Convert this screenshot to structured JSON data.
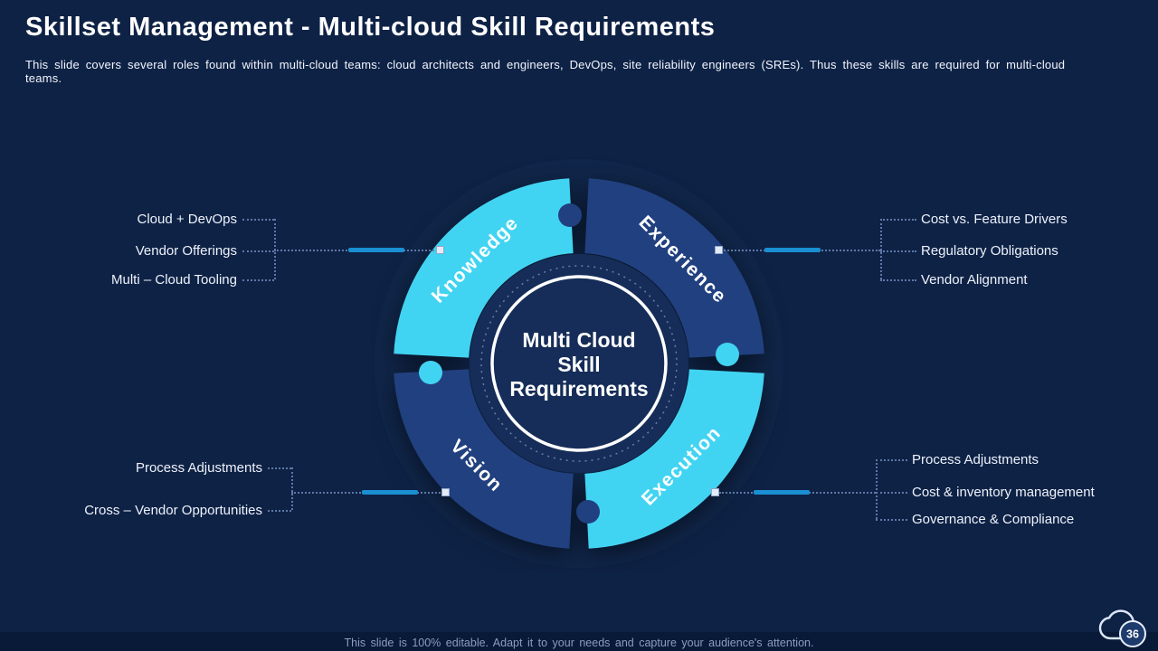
{
  "slide": {
    "title": "Skillset Management - Multi-cloud Skill Requirements",
    "subtitle": "This slide covers several roles found within multi-cloud teams: cloud architects and engineers, DevOps, site reliability engineers (SREs). Thus these skills are required for multi-cloud teams.",
    "footer_note": "This slide is 100% editable. Adapt it to your needs and capture your audience's attention.",
    "page_number": "36"
  },
  "diagram": {
    "center_title_lines": [
      "Multi Cloud",
      "Skill",
      "Requirements"
    ],
    "segments": [
      {
        "id": "knowledge",
        "label": "Knowledge",
        "color": "#41d4f2"
      },
      {
        "id": "experience",
        "label": "Experience",
        "color": "#21407f"
      },
      {
        "id": "execution",
        "label": "Execution",
        "color": "#41d4f2"
      },
      {
        "id": "vision",
        "label": "Vision",
        "color": "#21407f"
      }
    ]
  },
  "callouts": {
    "top_left": [
      "Cloud + DevOps",
      "Vendor Offerings",
      "Multi – Cloud Tooling"
    ],
    "top_right": [
      "Cost vs. Feature Drivers",
      "Regulatory Obligations",
      "Vendor Alignment"
    ],
    "bottom_left": [
      "Process Adjustments",
      "Cross – Vendor Opportunities"
    ],
    "bottom_right": [
      "Process Adjustments",
      "Cost & inventory management",
      "Governance & Compliance"
    ]
  },
  "colors": {
    "background": "#0e2246",
    "footer_band": "#091a38",
    "segment_cyan": "#41d4f2",
    "segment_navy": "#21407f",
    "connector_accent": "#1a8fd1",
    "center_fill": "#152d58"
  }
}
